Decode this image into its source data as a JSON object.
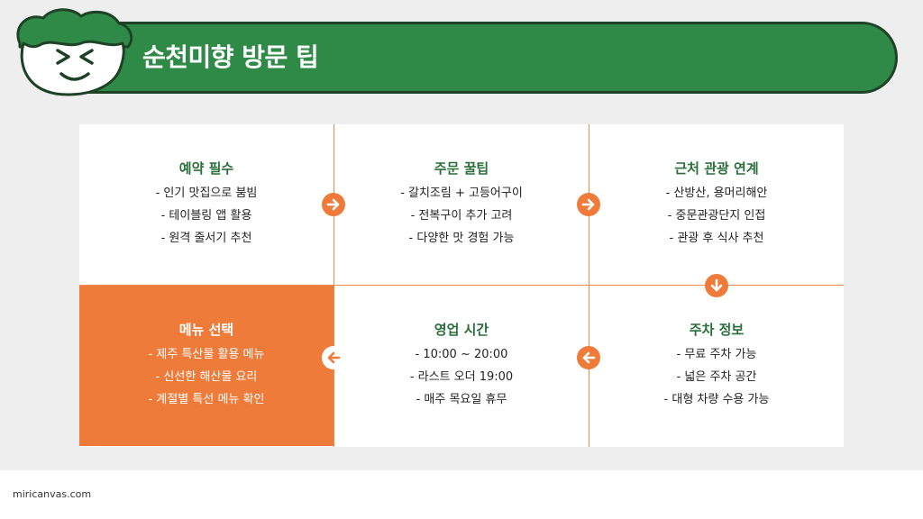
{
  "header": {
    "title": "순천미향 방문 팁"
  },
  "colors": {
    "green": "#2f8a47",
    "orange": "#ef7b3a"
  },
  "steps": [
    {
      "title": "예약 필수",
      "lines": [
        "- 인기 맛집으로 붐빔",
        "- 테이블링 앱 활용",
        "- 원격 줄서기 추천"
      ]
    },
    {
      "title": "주문 꿀팁",
      "lines": [
        "- 갈치조림 + 고등어구이",
        "- 전복구이 추가 고려",
        "- 다양한 맛 경험 가능"
      ]
    },
    {
      "title": "근처 관광 연계",
      "lines": [
        "- 산방산, 용머리해안",
        "- 중문관광단지 인접",
        "- 관광 후 식사 추천"
      ]
    },
    {
      "title": "주차 정보",
      "lines": [
        "- 무료 주차 가능",
        "- 넓은 주차 공간",
        "- 대형 차량 수용 가능"
      ]
    },
    {
      "title": "영업 시간",
      "lines": [
        "- 10:00 ~ 20:00",
        "- 라스트 오더 19:00",
        "- 매주 목요일 휴무"
      ]
    },
    {
      "title": "메뉴 선택",
      "lines": [
        "- 제주 특산물 활용 메뉴",
        "- 신선한 해산물 요리",
        "- 계절별 특선 메뉴 확인"
      ]
    }
  ],
  "footer": {
    "brand": "miricanvas.com"
  }
}
